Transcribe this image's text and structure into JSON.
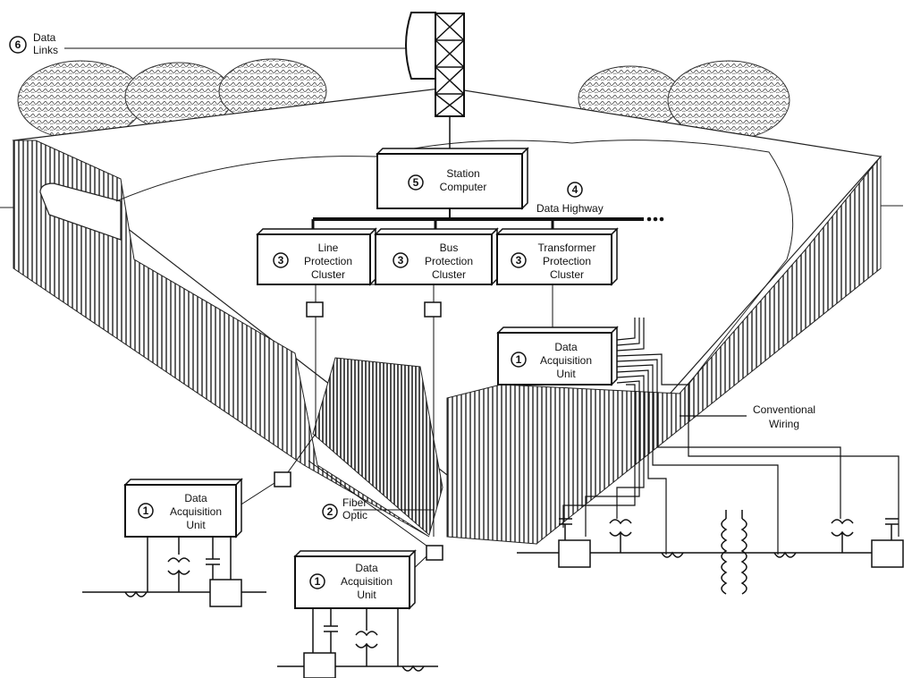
{
  "labels": {
    "data_links": {
      "number": "6",
      "line1": "Data",
      "line2": "Links"
    },
    "station_computer": {
      "number": "5",
      "line1": "Station",
      "line2": "Computer"
    },
    "data_highway": {
      "number": "4",
      "text": "Data Highway"
    },
    "line_protection": {
      "number": "3",
      "line1": "Line",
      "line2": "Protection",
      "line3": "Cluster"
    },
    "bus_protection": {
      "number": "3",
      "line1": "Bus",
      "line2": "Protection",
      "line3": "Cluster"
    },
    "transformer_protection": {
      "number": "3",
      "line1": "Transformer",
      "line2": "Protection",
      "line3": "Cluster"
    },
    "fiber_optic": {
      "number": "2",
      "line1": "Fiber",
      "line2": "Optic"
    },
    "conventional_wiring": {
      "line1": "Conventional",
      "line2": "Wiring"
    },
    "dau_right": {
      "number": "1",
      "line1": "Data",
      "line2": "Acquisition",
      "line3": "Unit"
    },
    "dau_left": {
      "number": "1",
      "line1": "Data",
      "line2": "Acquisition",
      "line3": "Unit"
    },
    "dau_center": {
      "number": "1",
      "line1": "Data",
      "line2": "Acquisition",
      "line3": "Unit"
    }
  }
}
